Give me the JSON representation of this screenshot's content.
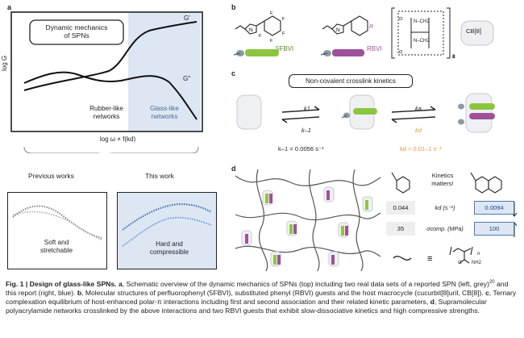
{
  "panel_a": {
    "letter": "a",
    "box_title_line1": "Dynamic mechanics",
    "box_title_line2": "of SPNs",
    "y_axis_label": "log G",
    "curve_label_storage": "G′",
    "curve_label_loss": "G″",
    "region_rubber_line1": "Rubber-like",
    "region_rubber_line2": "networks",
    "region_glass_line1": "Glass-like",
    "region_glass_line2": "networks",
    "x_axis_label": "log ω × f(kd)",
    "previous_works_label": "Previous works",
    "this_work_label": "This work",
    "left_panel_line1": "Soft and",
    "left_panel_line2": "stretchable",
    "right_panel_line1": "Hard and",
    "right_panel_line2": "compressible"
  },
  "panel_b": {
    "letter": "b",
    "guest1_label": "5FBVI",
    "guest2_label": "RBVI",
    "r_group": "R",
    "repeat_n": "8",
    "host_label": "CB[8]",
    "nch2_top": "N–CH2",
    "nch2_bottom": "N–CH2"
  },
  "panel_c": {
    "letter": "c",
    "title": "Non-covalent crosslink kinetics",
    "k1": "k1",
    "k_minus1": "k–1",
    "ka": "ka",
    "kd": "kd",
    "k_minus1_value": "k–1 = 0.0056 s⁻¹",
    "kd_value": "kd ≈ 0.01–1 s⁻¹"
  },
  "panel_d": {
    "letter": "d",
    "kinetics_line1": "Kinetics",
    "kinetics_line2": "matters!",
    "kd_row_label": "kd (s⁻¹)",
    "sigma_row_label": "σcomp. (MPa)",
    "left_kd": "0.044",
    "right_kd": "0.0094",
    "left_sigma": "35",
    "right_sigma": "100",
    "monomer_n": "n",
    "monomer_o": "O",
    "monomer_nh2": "NH2"
  },
  "caption": {
    "fig": "Fig. 1 | ",
    "title": "Design of glass-like SPNs.",
    "a_letter": "a",
    "a_text": ", Schematic overview of the dynamic mechanics of SPNs (top) including two real data sets of a reported SPN (left, grey)",
    "ref": "20",
    "a_text2": " and this report (right, blue). ",
    "b_letter": "b",
    "b_text": ", Molecular structures of perfluorophenyl (5FBVI), substituted phenyl (RBVI) guests and the host macrocycle (cucurbit[8]uril, CB[8]). ",
    "c_letter": "c",
    "c_text": ", Ternary complexation equilibrium of host-enhanced polar-π interactions including first and second association and their related kinetic parameters, ",
    "d_letter": "d",
    "d_text": ", Supramolecular polyacrylamide networks crosslinked by the above interactions and two RBVI guests that exhibit slow-dissociative kinetics and high compressive strengths."
  },
  "colors": {
    "green": "#8cc63f",
    "purple": "#a0509a",
    "blue_region": "#dde7f3",
    "blue_data": "#4a7ab8",
    "grey_data": "#888888",
    "kd_orange": "#d99a3e"
  }
}
